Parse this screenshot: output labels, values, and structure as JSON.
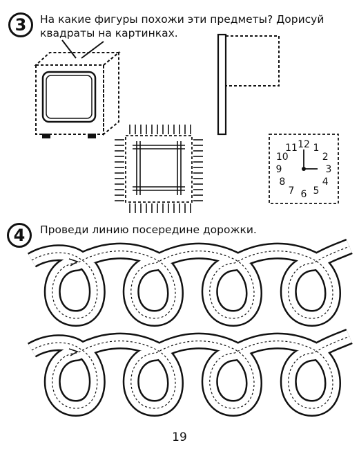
{
  "tasks": [
    {
      "number": "3",
      "text_line1": "На какие фигуры похожи эти предметы? Дорисуй",
      "text_line2": "квадраты на картинках."
    },
    {
      "number": "4",
      "text_line1": "Проведи линию посередине дорожки."
    }
  ],
  "clock": {
    "numbers": [
      "12",
      "1",
      "2",
      "3",
      "4",
      "5",
      "6",
      "7",
      "8",
      "9",
      "10",
      "11"
    ]
  },
  "page_number": "19"
}
